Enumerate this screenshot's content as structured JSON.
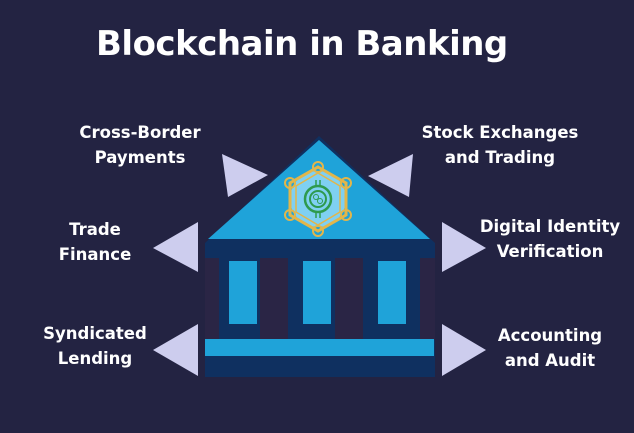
{
  "title": "Blockchain in Banking",
  "colors": {
    "background": "#232342",
    "roof": "#1fa3d9",
    "column": "#1fa3d9",
    "base_dark": "#0f3060",
    "arrow": "#cdcdee",
    "emblem_gold": "#e2b64a",
    "emblem_green": "#2e9a4e",
    "emblem_circle": "#7fd0f2"
  },
  "center_icon": "bank-building-with-blockchain-coin-emblem",
  "applications": [
    {
      "id": "cross-border-payments",
      "lines": [
        "Cross-Border",
        "Payments"
      ],
      "side": "left"
    },
    {
      "id": "trade-finance",
      "lines": [
        "Trade",
        "Finance"
      ],
      "side": "left"
    },
    {
      "id": "syndicated-lending",
      "lines": [
        "Syndicated",
        "Lending"
      ],
      "side": "left"
    },
    {
      "id": "stock-exchanges-trading",
      "lines": [
        "Stock Exchanges",
        "and Trading"
      ],
      "side": "right"
    },
    {
      "id": "digital-identity-verification",
      "lines": [
        "Digital Identity",
        "Verification"
      ],
      "side": "right"
    },
    {
      "id": "accounting-audit",
      "lines": [
        "Accounting",
        "and Audit"
      ],
      "side": "right"
    }
  ]
}
